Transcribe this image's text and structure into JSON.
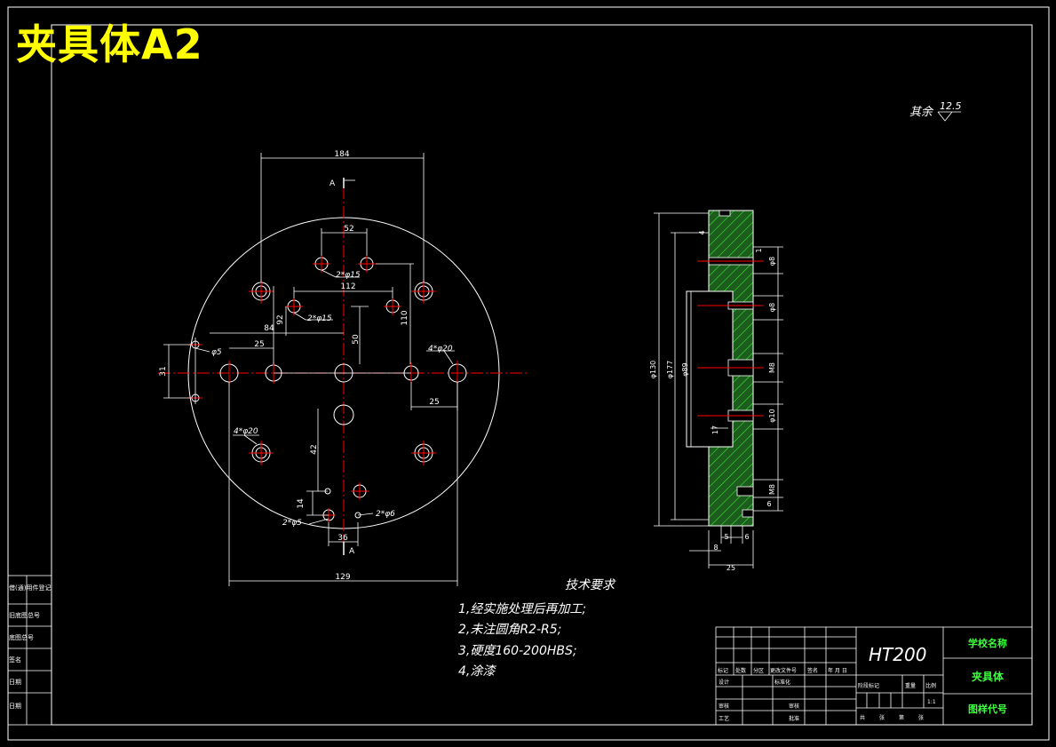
{
  "title": "夹具体A2",
  "roughness": {
    "prefix": "其余",
    "value": "12.5"
  },
  "dims_front": {
    "d184": "184",
    "d52": "52",
    "d2phi15a": "2*φ15",
    "d112": "112",
    "d2phi15b": "2*φ15",
    "d92": "92",
    "d110": "110",
    "d84": "84",
    "d50": "50",
    "d25a": "25",
    "d4phi20a": "4*φ20",
    "d5": "φ5",
    "d31": "31",
    "d25b": "25",
    "d4phi20b": "4*φ20",
    "d42": "42",
    "d14": "14",
    "d2phi5": "2*φ5",
    "d2phi6": "2*φ6",
    "d36": "36",
    "d129": "129"
  },
  "section_marks": {
    "top": "A",
    "bottom": "A"
  },
  "dims_side": {
    "d4": "4",
    "d8top": "φ8",
    "d1": "1",
    "d8b": "φ8",
    "m8": "M8",
    "d10": "φ10",
    "d17": "17",
    "m8b": "M8",
    "d6r": "6",
    "d130": "φ130",
    "d177": "φ177",
    "d89": "φ89",
    "d5b": "5",
    "d6b": "6",
    "d8bt": "8",
    "d25": "25"
  },
  "tech_req": {
    "heading": "技术要求",
    "items": [
      "1,经实施处理后再加工;",
      "2,未注圆角R2-R5;",
      "3,硬度160-200HBS;",
      "4,涂漆"
    ]
  },
  "title_block": {
    "material": "HT200",
    "school": "学校名称",
    "part_name": "夹具体",
    "drawing_no": "图样代号",
    "headers": [
      "标记",
      "处数",
      "分区",
      "更改文件号",
      "签名",
      "年 月 日"
    ],
    "rows": [
      "设计",
      "审核",
      "工艺"
    ],
    "mid": [
      "标准化",
      "",
      "审核",
      "批准"
    ],
    "stage": [
      "阶段标记",
      "重量",
      "比例"
    ],
    "scale": "1:1",
    "sheet": [
      "共",
      "张",
      "第",
      "张"
    ]
  },
  "side_block": [
    "借(通)用件登记",
    "旧底图总号",
    "底图总号",
    "签名",
    "日期",
    "日期"
  ]
}
